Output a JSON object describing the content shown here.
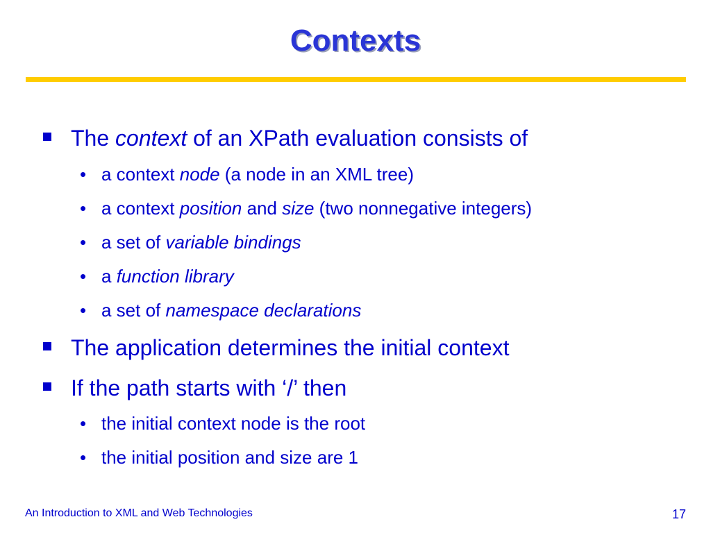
{
  "slide": {
    "title": "Contexts",
    "accent_color": "#ffcc00",
    "text_color": "#0000cc"
  },
  "bullets": {
    "b1": {
      "pre": "The ",
      "em": "context",
      "post": " of an XPath evaluation consists of"
    },
    "b1_1": {
      "pre": "a context ",
      "em": "node",
      "post": " (a node in an XML tree)"
    },
    "b1_2": {
      "pre": "a context ",
      "em1": "position",
      "mid": " and ",
      "em2": "size",
      "post": " (two nonnegative integers)"
    },
    "b1_3": {
      "pre": "a set of ",
      "em": "variable bindings"
    },
    "b1_4": {
      "pre": "a ",
      "em": "function library"
    },
    "b1_5": {
      "pre": "a set of ",
      "em": "namespace declarations"
    },
    "b2": {
      "text": "The application determines the initial context"
    },
    "b3": {
      "text": "If the path starts with ‘/’ then"
    },
    "b3_1": {
      "text": "the initial context node is the root"
    },
    "b3_2": {
      "text": "the initial position and size are 1"
    }
  },
  "markers": {
    "level1": "square-bullet",
    "level2": "•"
  },
  "footer": {
    "left": "An Introduction to XML and Web Technologies",
    "page_number": "17"
  }
}
